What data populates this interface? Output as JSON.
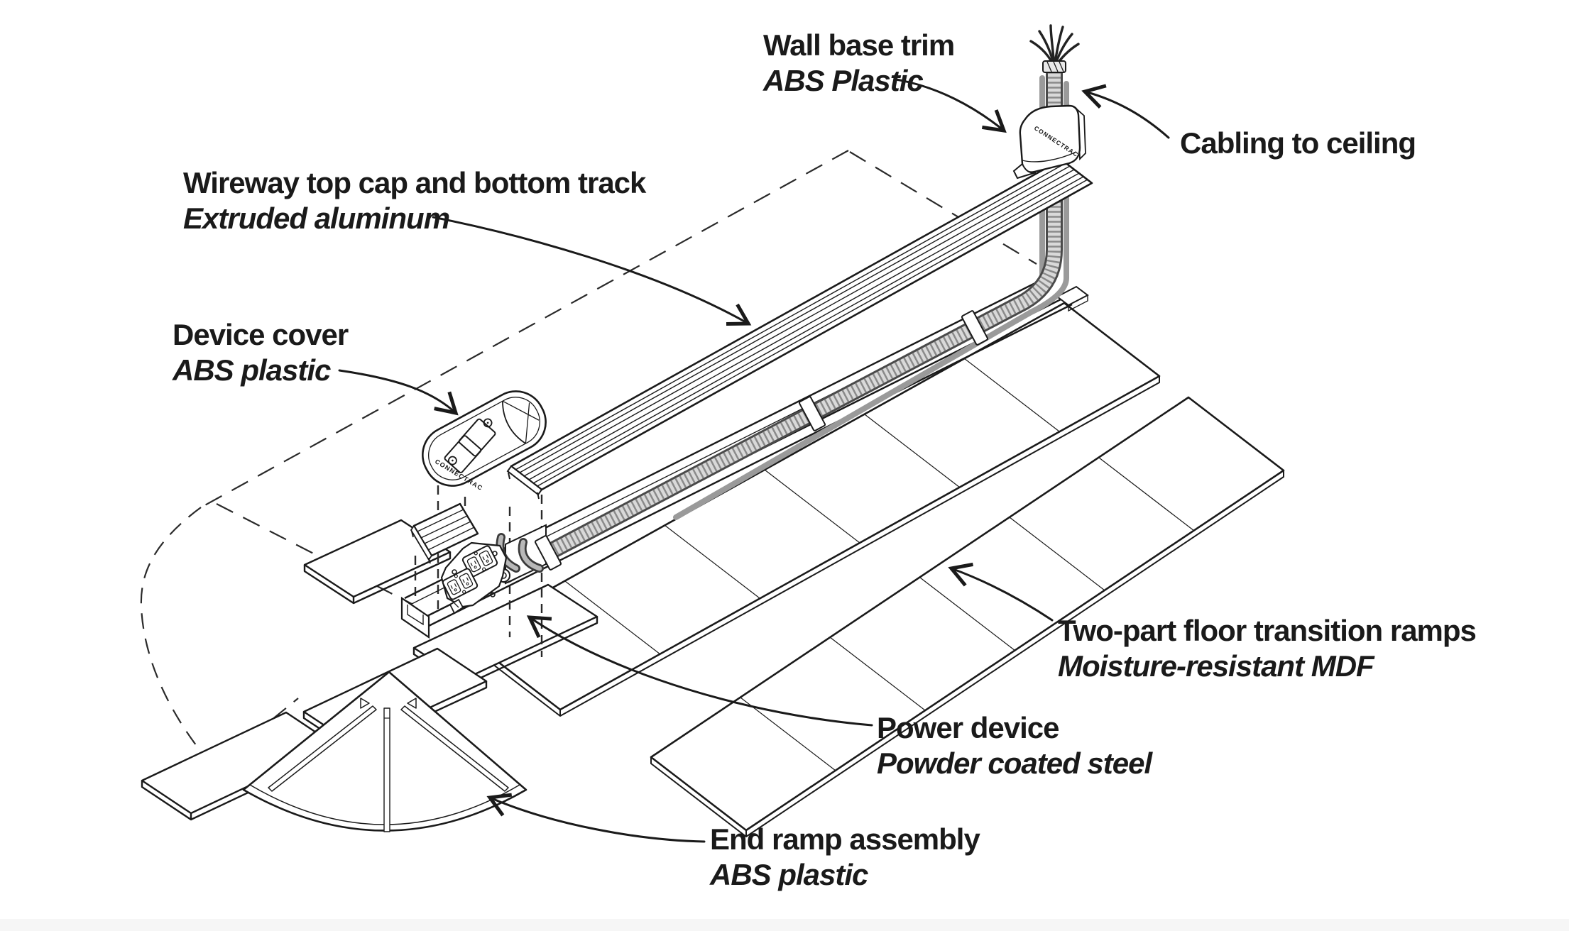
{
  "brand": "CONNECTRAC",
  "colors": {
    "line": "#1a1a1a",
    "background": "#ffffff",
    "conduit_fill": "#d9d9d9",
    "conduit_ribs": "#8a8a8a",
    "conduit_outline": "#4a4a4a",
    "tube_gray": "#9a9a9a",
    "cable_outer": "#3a3a3a",
    "cable_inner": "#b8b8b8"
  },
  "callouts": {
    "wall_base_trim": {
      "label": "Wall base trim",
      "material": "ABS Plastic"
    },
    "cabling_to_ceiling": {
      "label": "Cabling to ceiling"
    },
    "wireway": {
      "label": "Wireway top cap and bottom track",
      "material": "Extruded aluminum"
    },
    "device_cover": {
      "label": "Device cover",
      "material": "ABS plastic"
    },
    "transition_ramps": {
      "label": "Two-part floor transition ramps",
      "material": "Moisture-resistant MDF"
    },
    "power_device": {
      "label": "Power device",
      "material": "Powder coated steel"
    },
    "end_ramp": {
      "label": "End ramp assembly",
      "material": "ABS plastic"
    }
  }
}
